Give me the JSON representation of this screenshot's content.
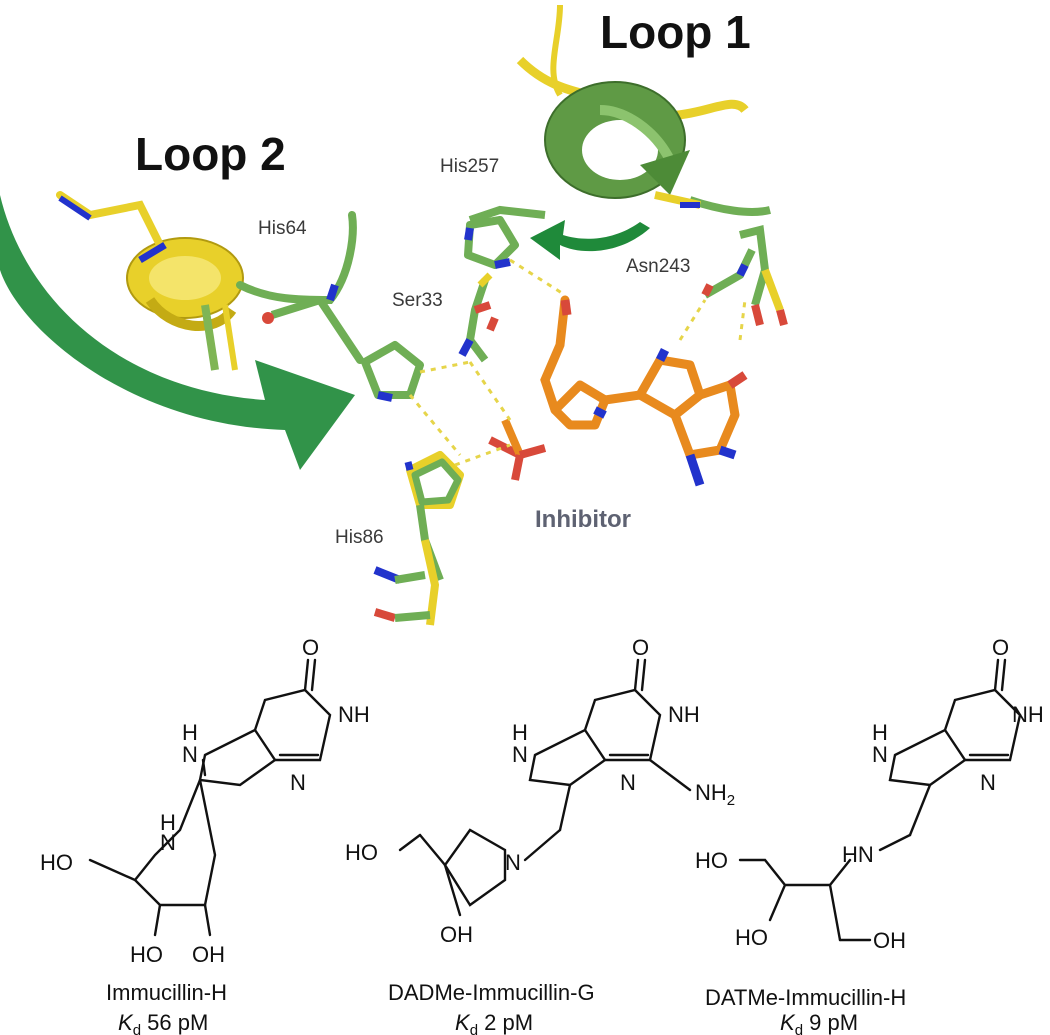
{
  "structure_panel": {
    "loop1_label": "Loop 1",
    "loop2_label": "Loop 2",
    "residues": {
      "his257": "His257",
      "his64": "His64",
      "ser33": "Ser33",
      "asn243": "Asn243",
      "his86": "His86"
    },
    "inhibitor_label": "Inhibitor",
    "colors": {
      "apo_green": "#6fae55",
      "bound_yellow": "#e8d02a",
      "inhibitor_orange": "#e88a1e",
      "arrow_green": "#1f8a3a",
      "hbond_yellow": "#e6d54a",
      "nitrogen_blue": "#2233cc",
      "oxygen_red": "#d8493a"
    }
  },
  "compounds": [
    {
      "name": "Immucillin-H",
      "kd_symbol": "K",
      "kd_sub": "d",
      "kd_value": "56 pM",
      "atoms": {
        "O": "O",
        "NH_top": "H",
        "N_ring": "N",
        "NH_right": "NH",
        "N_low": "N",
        "NH_pyr": "N",
        "H_pyr": "H",
        "HO": "HO",
        "OH1": "HO",
        "OH2": "OH"
      }
    },
    {
      "name": "DADMe-Immucillin-G",
      "kd_symbol": "K",
      "kd_sub": "d",
      "kd_value": "2 pM",
      "atoms": {
        "O": "O",
        "NH_top": "H",
        "N_ring": "N",
        "NH_right": "NH",
        "N_low": "N",
        "NH2": "NH",
        "NH2_sub": "2",
        "N_pyr": "N",
        "HO": "HO",
        "OH": "OH"
      }
    },
    {
      "name": "DATMe-Immucillin-H",
      "kd_symbol": "K",
      "kd_sub": "d",
      "kd_value": "9 pM",
      "atoms": {
        "O": "O",
        "NH_top": "H",
        "N_ring": "N",
        "NH_right": "NH",
        "N_low": "N",
        "HN": "HN",
        "HO_top": "HO",
        "HO_mid": "HO",
        "OH": "OH"
      }
    }
  ]
}
